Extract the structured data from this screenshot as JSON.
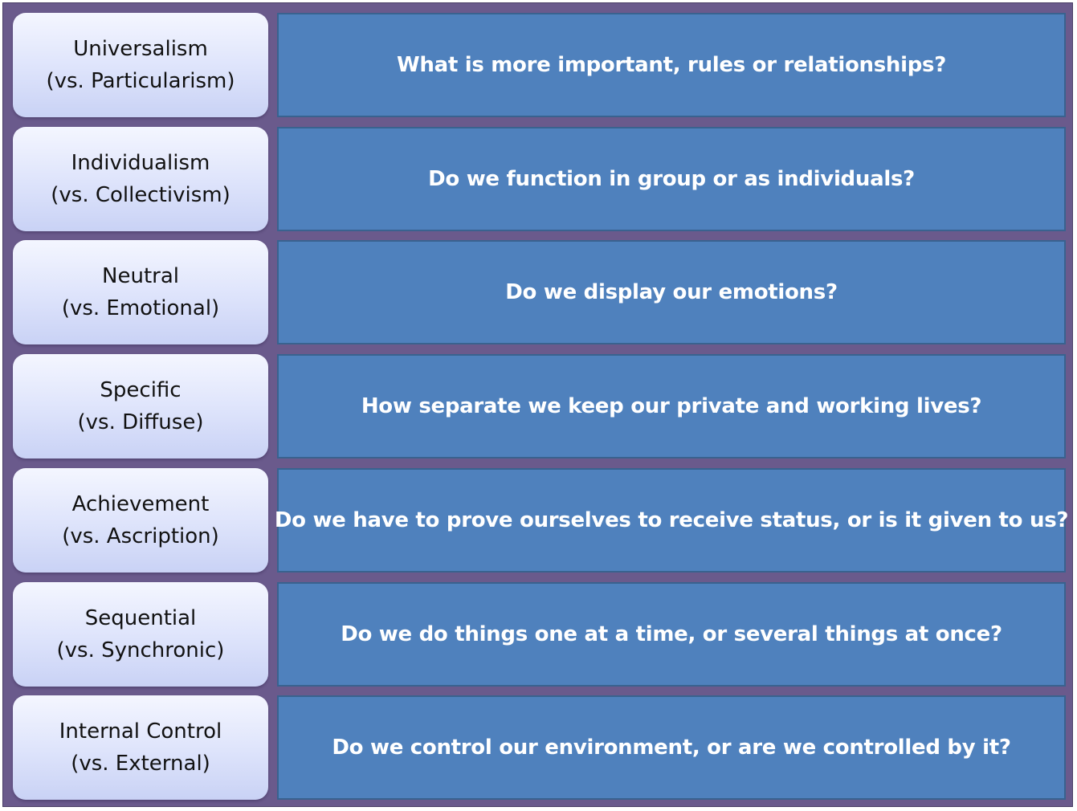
{
  "rows": [
    {
      "dimension": "Universalism",
      "contrast": "(vs. Particularism)",
      "question": "What is more important, rules or relationships?"
    },
    {
      "dimension": "Individualism",
      "contrast": "(vs. Collectivism)",
      "question": "Do we function in group or as individuals?"
    },
    {
      "dimension": "Neutral",
      "contrast": "(vs. Emotional)",
      "question": "Do we display our emotions?"
    },
    {
      "dimension": "Specific",
      "contrast": "(vs. Diffuse)",
      "question": "How separate we keep our private and working lives?"
    },
    {
      "dimension": "Achievement",
      "contrast": "(vs. Ascription)",
      "question": "Do we have to prove ourselves to receive status, or is it given to us?"
    },
    {
      "dimension": "Sequential",
      "contrast": "(vs. Synchronic)",
      "question": "Do we do things one at a time, or several things at once?"
    },
    {
      "dimension": "Internal Control",
      "contrast": "(vs. External)",
      "question": "Do we control our environment, or are we controlled by it?"
    }
  ]
}
